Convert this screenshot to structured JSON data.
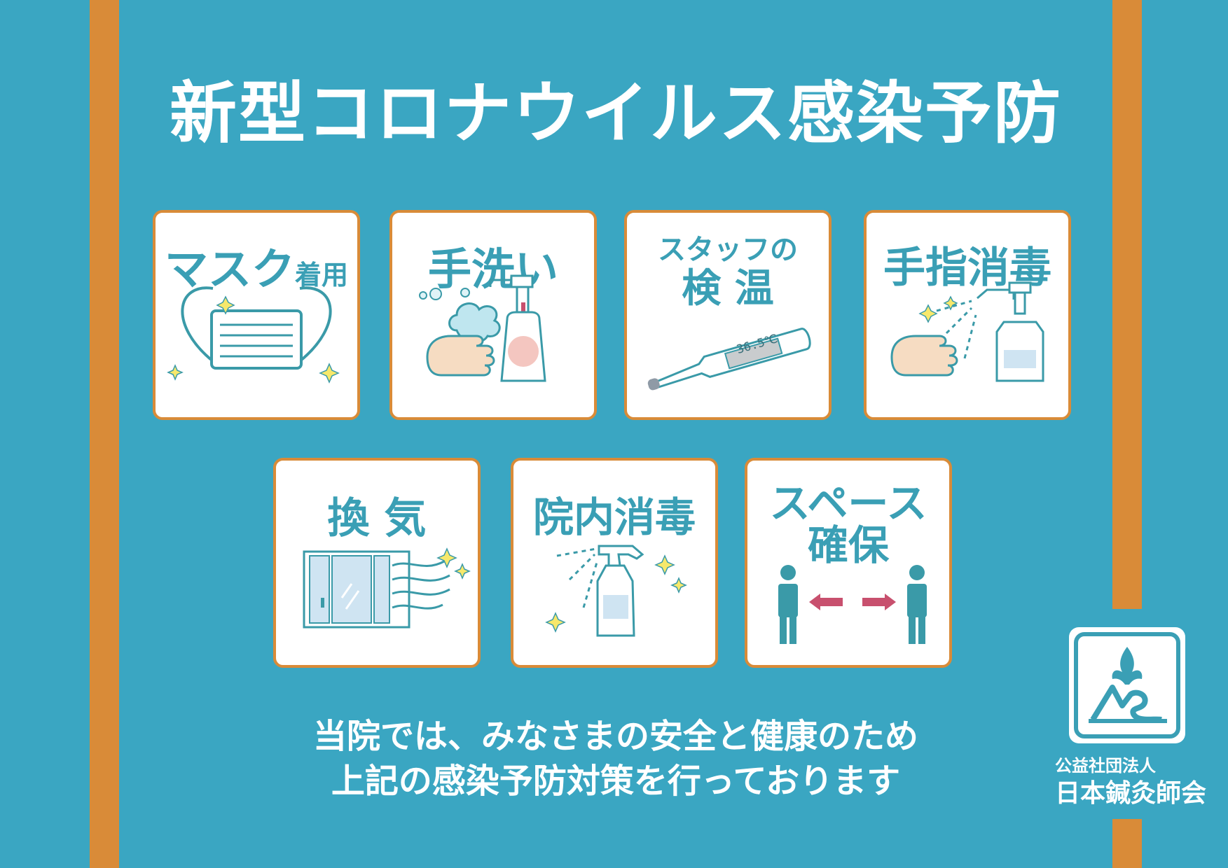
{
  "title": "新型コロナウイルス感染予防",
  "cards": [
    {
      "label_main": "マスク",
      "label_sub": "着用"
    },
    {
      "label": "手洗い"
    },
    {
      "label_line1": "スタッフの",
      "label_line2": "検 温",
      "thermometer_reading": "36.5℃"
    },
    {
      "label": "手指消毒"
    },
    {
      "label": "換 気"
    },
    {
      "label": "院内消毒"
    },
    {
      "label_line1": "スペース",
      "label_line2": "確保"
    }
  ],
  "footer": {
    "line1": "当院では、みなさまの安全と健康のため",
    "line2": "上記の感染予防対策を行っております"
  },
  "organization": {
    "type": "公益社団法人",
    "name": "日本鍼灸師会"
  },
  "colors": {
    "background": "#3aa6c2",
    "stripe": "#d98b38",
    "card_text": "#3a9fb5",
    "illustration_line": "#3a9aa8",
    "arrow": "#c8506e"
  }
}
